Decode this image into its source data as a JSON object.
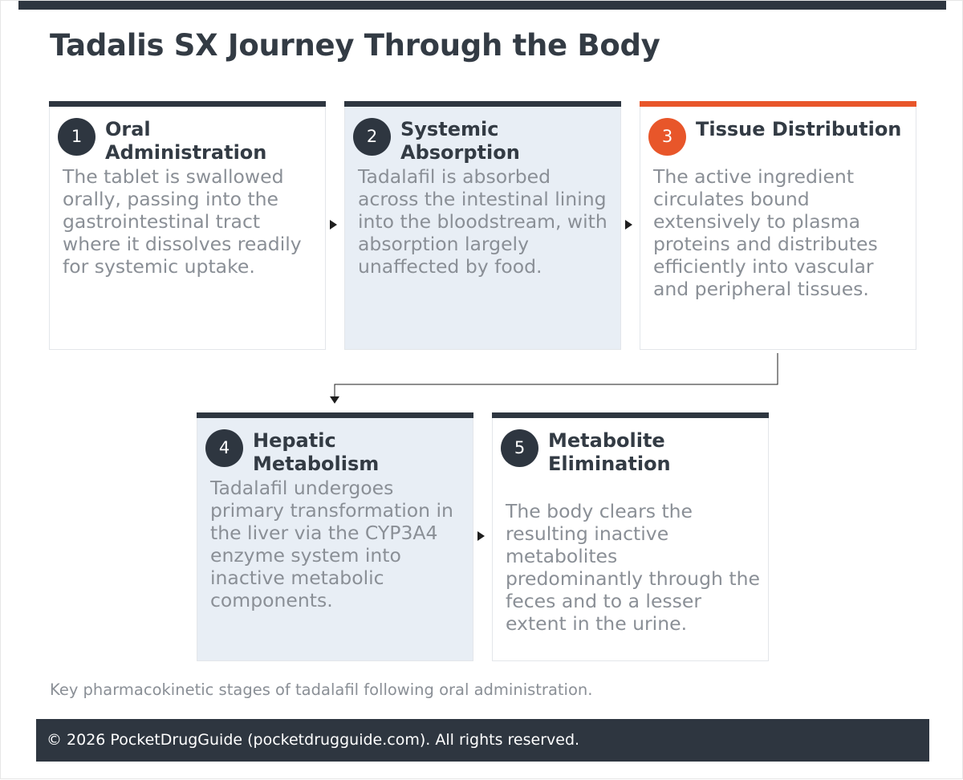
{
  "title": "Tadalis SX Journey Through the Body",
  "steps": [
    {
      "number": "1",
      "title": "Oral Administration",
      "text": "The tablet is swallowed orally, passing into the gastrointestinal tract where it dissolves readily for systemic uptake."
    },
    {
      "number": "2",
      "title": "Systemic Absorption",
      "text": "Tadalafil is absorbed across the intestinal lining into the bloodstream, with absorption largely unaffected by food."
    },
    {
      "number": "3",
      "title": "Tissue Distribution",
      "text": "The active ingredient circulates bound extensively to plasma proteins and distributes efficiently into vascular and peripheral tissues."
    },
    {
      "number": "4",
      "title": "Hepatic Metabolism",
      "text": "Tadalafil undergoes primary transformation in the liver via the CYP3A4 enzyme system into inactive metabolic components."
    },
    {
      "number": "5",
      "title": "Metabolite Elimination",
      "text": "The body clears the resulting inactive metabolites predominantly through the feces and to a lesser extent in the urine."
    }
  ],
  "caption": "Key pharmacokinetic stages of tadalafil following oral administration.",
  "footer": "© 2026 PocketDrugGuide (pocketdrugguide.com). All rights reserved.",
  "colors": {
    "dark": "#2e3640",
    "accent": "#e8562a",
    "shaded": "#e8eef5",
    "muted_text": "#8a8f96"
  }
}
